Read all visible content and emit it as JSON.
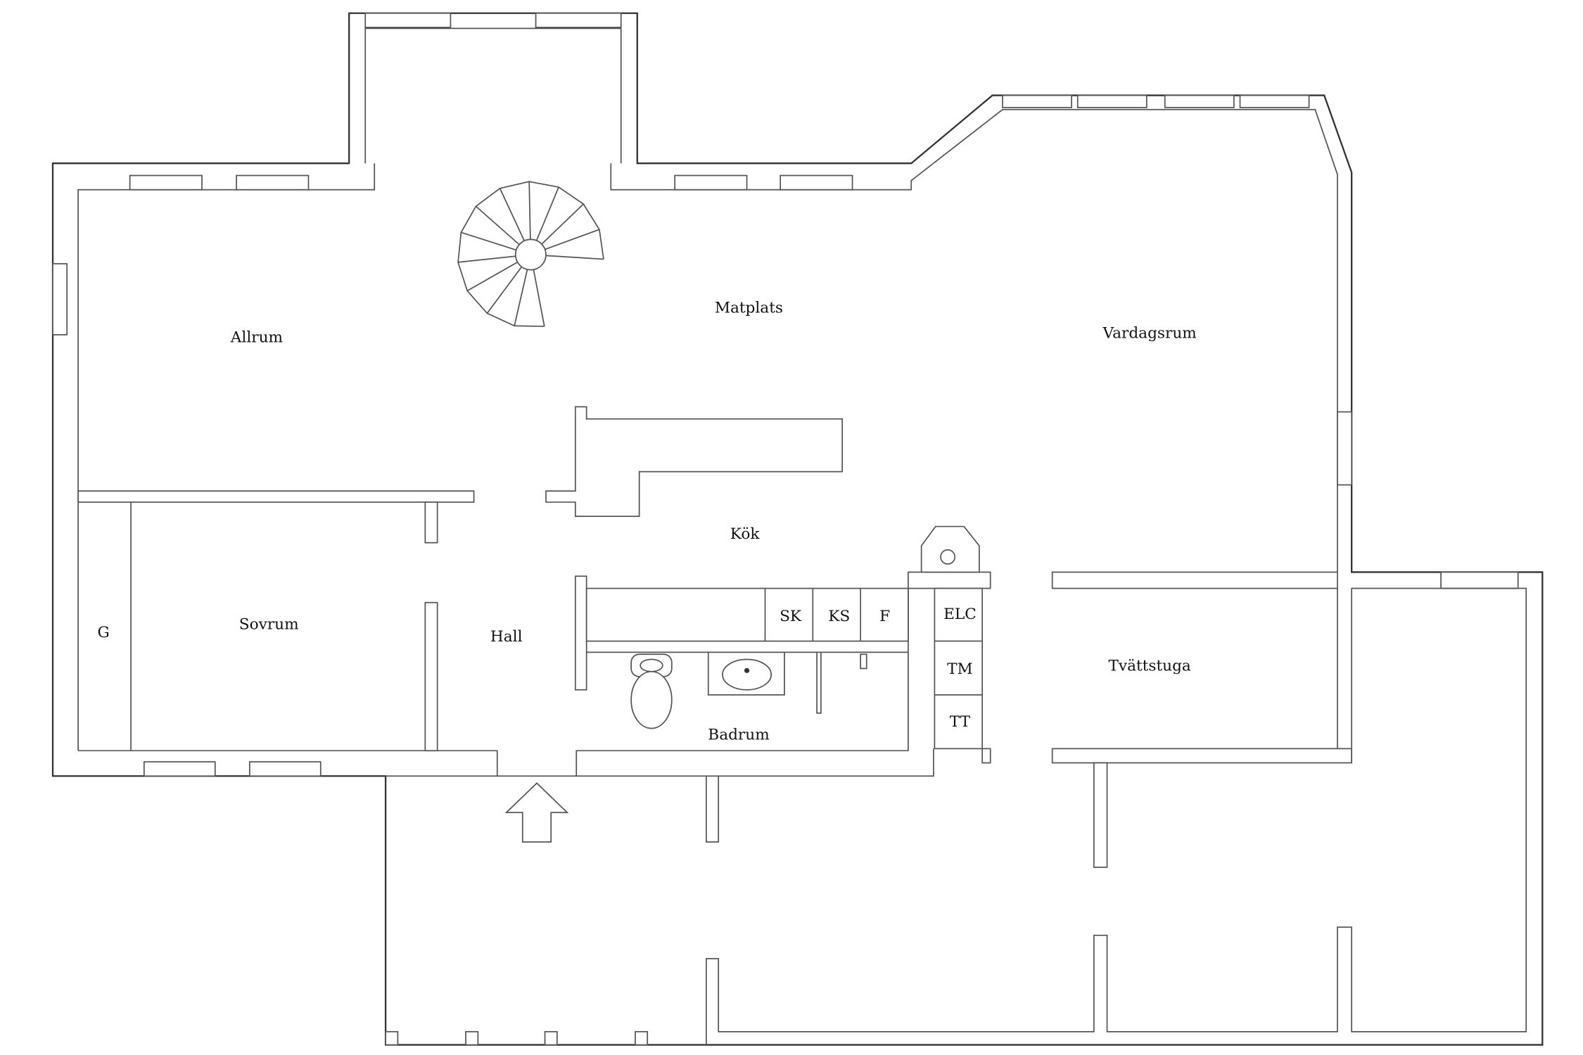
{
  "rooms": {
    "allrum": "Allrum",
    "matplats": "Matplats",
    "vardagsrum": "Vardagsrum",
    "kok": "Kök",
    "sovrum": "Sovrum",
    "garderob": "G",
    "hall": "Hall",
    "badrum": "Badrum",
    "tvattstuga": "Tvättstuga"
  },
  "fixtures": {
    "sk": "SK",
    "ks": "KS",
    "f": "F",
    "elc": "ELC",
    "tm": "TM",
    "tt": "TT"
  },
  "icons": [
    "spiral-stair-icon",
    "entrance-arrow-icon",
    "toilet-icon",
    "sink-icon",
    "chimney-icon"
  ],
  "colors": {
    "line": "#555555",
    "background": "#ffffff"
  }
}
